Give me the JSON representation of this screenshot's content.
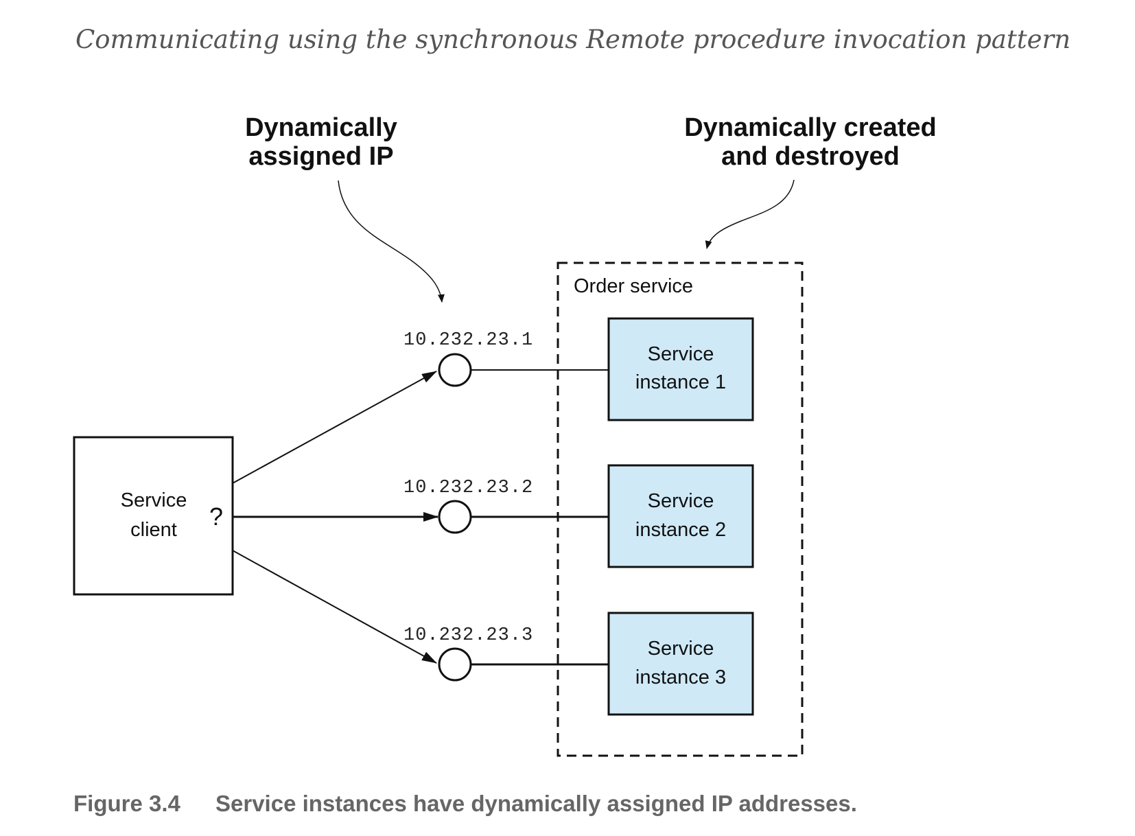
{
  "header": {
    "title": "Communicating using the synchronous Remote procedure invocation pattern"
  },
  "callouts": {
    "left": [
      "Dynamically",
      "assigned IP"
    ],
    "right": [
      "Dynamically created",
      "and destroyed"
    ]
  },
  "client": {
    "lines": [
      "Service",
      "client"
    ],
    "question_mark": "?"
  },
  "order_service": {
    "label": "Order service"
  },
  "instances": [
    {
      "ip": "10.232.23.1",
      "lines": [
        "Service",
        "instance 1"
      ]
    },
    {
      "ip": "10.232.23.2",
      "lines": [
        "Service",
        "instance 2"
      ]
    },
    {
      "ip": "10.232.23.3",
      "lines": [
        "Service",
        "instance 3"
      ]
    }
  ],
  "caption": {
    "number": "Figure 3.4",
    "text": "Service instances have dynamically assigned IP addresses."
  },
  "colors": {
    "instance_fill": "#cfe9f7",
    "stroke": "#111111"
  }
}
